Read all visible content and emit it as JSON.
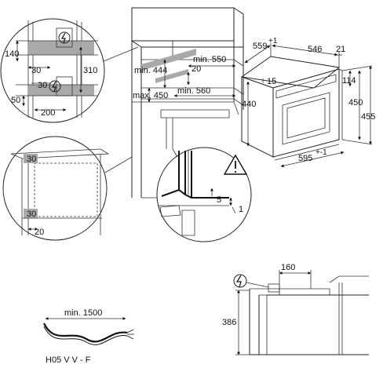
{
  "labels": {
    "d140": "140",
    "d30a": "30",
    "d310": "310",
    "d30b": "30",
    "d50": "50",
    "d200": "200",
    "d30c": "30",
    "d30d": "30",
    "d20a": "20",
    "min550": "min. 550",
    "min444": "min. 444",
    "d20b": "20",
    "max450": "max. 450",
    "min560": "min. 560",
    "d559": "559",
    "d559sup": "+1",
    "d546": "546",
    "d21": "21",
    "d15": "15",
    "d114": "114",
    "d450": "450",
    "d455": "455",
    "d440": "440",
    "d595": "595",
    "d595sup": "+-1",
    "d5": "5",
    "d1": "1",
    "d160": "160",
    "d386": "386",
    "min1500": "min. 1500",
    "cable": "H05 V V - F"
  },
  "icons": [
    "electric-plug-icon",
    "warning-triangle-icon"
  ],
  "colors": {
    "line": "#222222",
    "hatch": "#a9a9a9"
  }
}
